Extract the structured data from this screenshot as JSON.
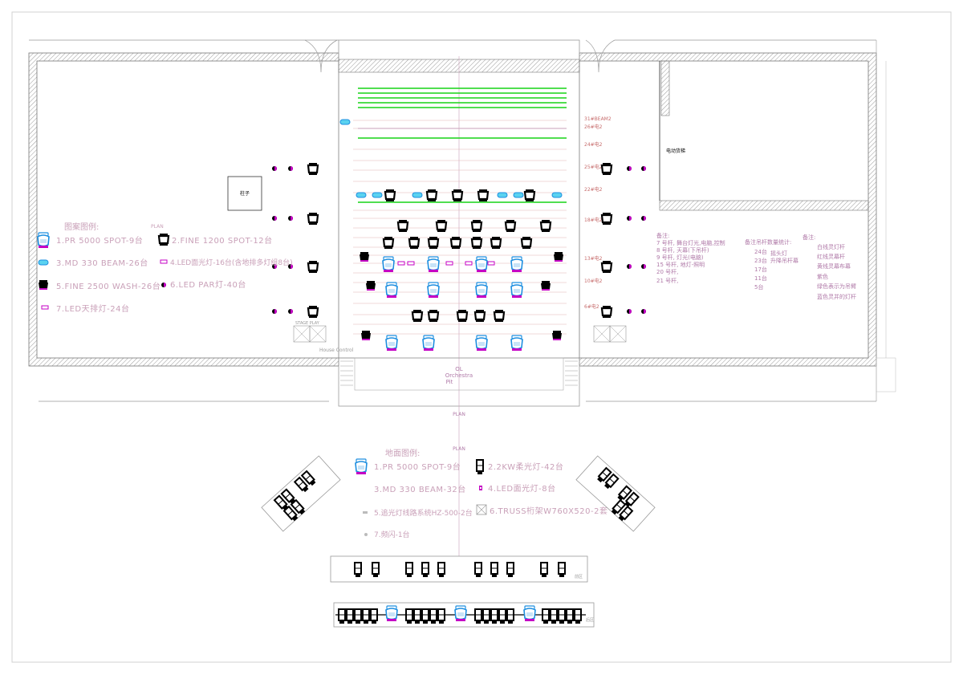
{
  "colors": {
    "spot_blue": "#1e8fe0",
    "magenta": "#c400c4",
    "laser_green": "#17d417",
    "wall_hatch": "#bdbdbd",
    "legend_text": "#c9a0b8",
    "line": "#888888"
  },
  "plan_labels": {
    "column": "柱子",
    "plan_top": "PLAN",
    "plan_bottom": "PLAN",
    "orchestra_1": "OL",
    "orchestra_2": "Orchestra",
    "orchestra_3": "Pit",
    "stage_right": "电动货梯",
    "house_control": "House Control",
    "stage_play": "STAGE PLAY"
  },
  "pipe_labels": [
    "31#BEAM2",
    "26#电2",
    "24#电2",
    "25#电2",
    "22#电2",
    "18#电2",
    "13#电2",
    "10#电2",
    "6#电2"
  ],
  "legend_top": {
    "title": "图案图例:",
    "title2": "PLAN",
    "items": [
      {
        "text": "1.PR 5000 SPOT-9台",
        "icon": "spot-moving-head-icon"
      },
      {
        "text": "2.FINE 1200 SPOT-12台",
        "icon": "black-moving-head-icon"
      },
      {
        "text": "3.MD 330 BEAM-26台",
        "icon": "beam-icon"
      },
      {
        "text": "4.LED面光灯-16台(含地排多灯组8台)",
        "icon": "led-small-icon"
      },
      {
        "text": "5.FINE 2500 WASH-26台",
        "icon": "wash-icon"
      },
      {
        "text": "6.LED PAR灯-40台",
        "icon": "led-par-icon"
      },
      {
        "text": "7.LED天排灯-24台",
        "icon": "led-strip-icon"
      }
    ]
  },
  "legend_bottom": {
    "title": "地面图例:",
    "items": [
      {
        "text": "1.PR 5000 SPOT-9台",
        "icon": "spot-moving-head-icon"
      },
      {
        "text": "2.2KW柔光灯-42台",
        "icon": "fresnel-icon"
      },
      {
        "text": "3.MD 330 BEAM-32台",
        "icon": "beam-icon"
      },
      {
        "text": "4.LED面光灯-8台",
        "icon": "led-small-icon"
      },
      {
        "text": "5.追光灯线路系统HZ-500-2台",
        "icon": "follow-spot-icon"
      },
      {
        "text": "6.TRUSS桁架W760X520-2套",
        "icon": "truss-icon"
      },
      {
        "text": "7.频闪-1台",
        "icon": "strobe-icon"
      }
    ]
  },
  "notes_mid": {
    "title": "备注:",
    "rows": [
      "7  号杆,     舞台灯光,电脑,控制",
      "8  号杆,     天幕(下吊杆)",
      "9  号杆,     灯光(电脑)",
      "15 号杆,     地灯-照明",
      "20 号杆,",
      "21 号杆,"
    ]
  },
  "notes_counts": {
    "title": "备注吊杆数量统计:",
    "rows": [
      "24台",
      "23台",
      "17台",
      "11台",
      "5台"
    ],
    "side": [
      "摇头灯",
      "升降吊杆幕"
    ]
  },
  "notes_right": {
    "title": "备注:",
    "rows": [
      "白线灵灯杆",
      "红线灵幕杆",
      "黄线灵幕布幕",
      "紫色",
      "绿色表示为吊臂",
      "蓝色灵并的灯杆"
    ]
  },
  "truss_labels": {
    "upper": "前区",
    "lower": "后区"
  }
}
